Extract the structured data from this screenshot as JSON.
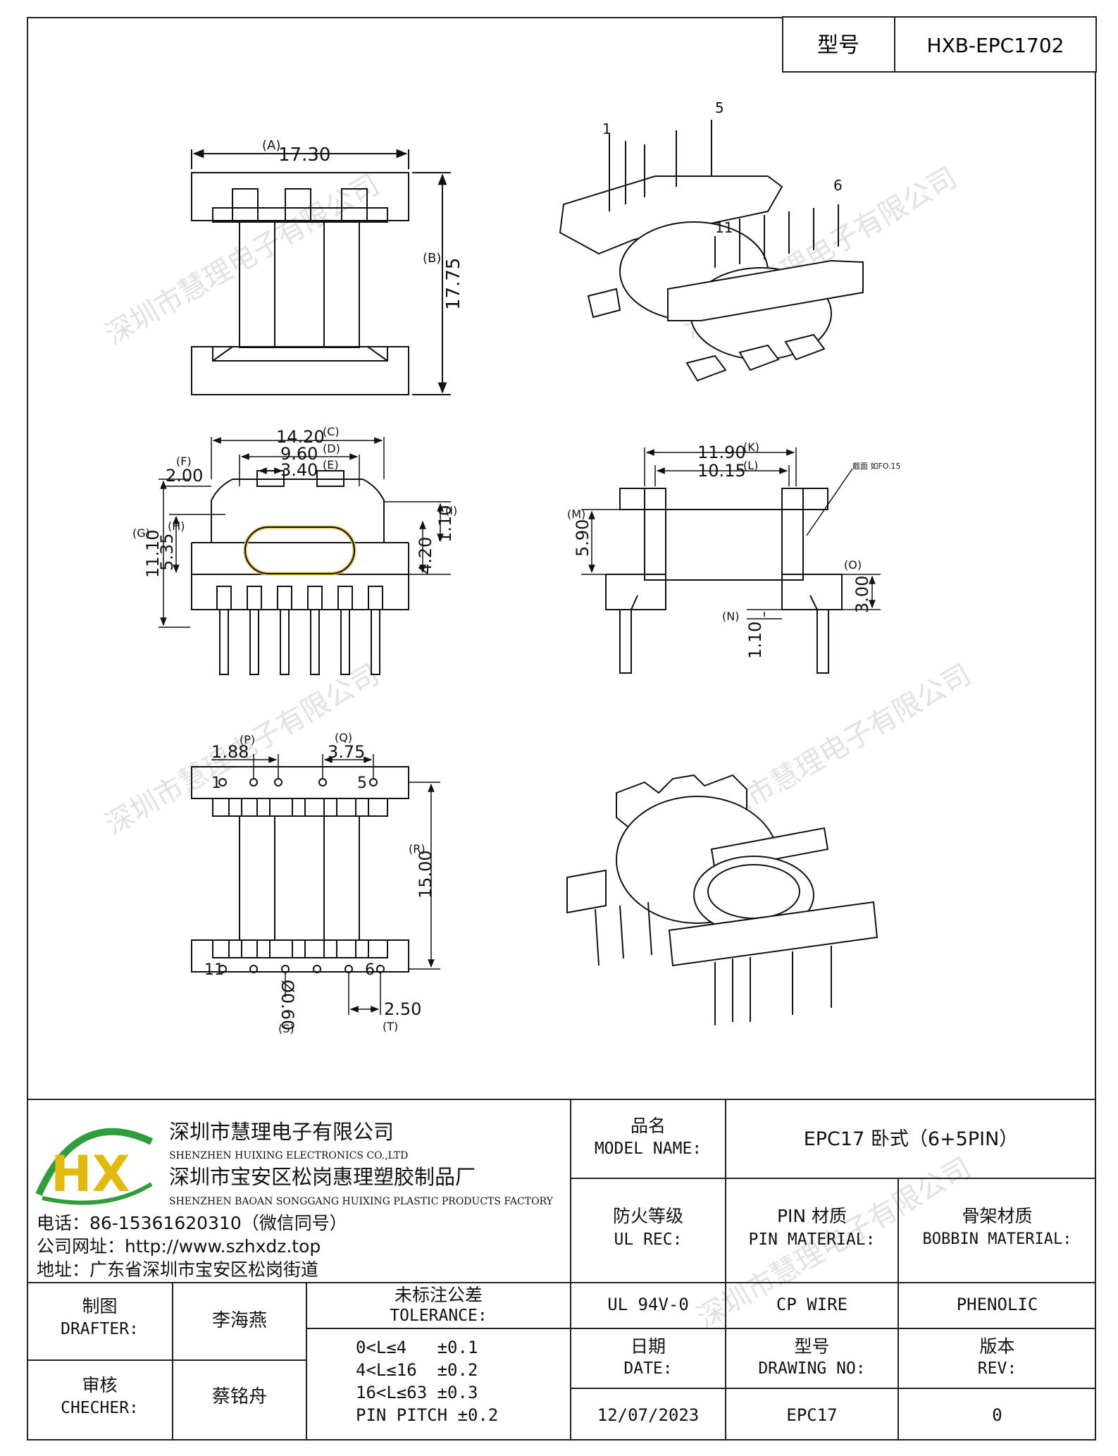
{
  "header": {
    "model_label": "型号",
    "model_value": "HXB-EPC1702"
  },
  "views": {
    "top": {
      "dim_a_label": "(A)",
      "dim_a_value": "17.30",
      "dim_b_label": "(B)",
      "dim_b_value": "17.75"
    },
    "iso_top": {
      "pin_1": "1",
      "pin_5": "5",
      "pin_6": "6",
      "pin_11": "11"
    },
    "front": {
      "dim_c_label": "(C)",
      "dim_c_value": "14.20",
      "dim_d_label": "(D)",
      "dim_d_value": "9.60",
      "dim_e_label": "(E)",
      "dim_e_value": "3.40",
      "dim_f_label": "(F)",
      "dim_f_value": "2.00",
      "dim_g_label": "(G)",
      "dim_g_value": "11.10",
      "dim_h_label": "(H)",
      "dim_h_value": "5.35",
      "dim_i_label": "(I)",
      "dim_i_value": "1.10",
      "dim_j_value": "4.20"
    },
    "side": {
      "dim_k_label": "(K)",
      "dim_k_value": "11.90",
      "dim_l_label": "(L)",
      "dim_l_value": "10.15",
      "dim_m_label": "(M)",
      "dim_m_value": "5.90",
      "dim_n_label": "(N)",
      "dim_n_value": "1.10",
      "dim_o_label": "(O)",
      "dim_o_value": "3.00",
      "note": "截面 如FO.15"
    },
    "bottom": {
      "dim_p_label": "(P)",
      "dim_p_value": "1.88",
      "dim_q_label": "(Q)",
      "dim_q_value": "3.75",
      "dim_r_label": "(R)",
      "dim_r_value": "15.00",
      "dim_s_label": "(S)",
      "dim_s_value": "Ø0.60",
      "dim_t_label": "(T)",
      "dim_t_value": "2.50",
      "pin_1": "1",
      "pin_5": "5",
      "pin_11": "11",
      "pin_6": "6"
    }
  },
  "watermark": "深圳市慧理电子有限公司",
  "company": {
    "logo_text": "HX",
    "name_cn": "深圳市慧理电子有限公司",
    "name_en": "SHENZHEN HUIXING ELECTRONICS CO.,LTD",
    "factory_cn": "深圳市宝安区松岗惠理塑胶制品厂",
    "factory_en": "SHENZHEN BAOAN SONGGANG HUIXING PLASTIC PRODUCTS FACTORY",
    "phone": "电话：86-15361620310（微信同号）",
    "website": "公司网址：http://www.szhxdz.top",
    "address": "地址：广东省深圳市宝安区松岗街道"
  },
  "title_block": {
    "model_name_cn": "品名",
    "model_name_en": "MODEL NAME:",
    "model_name_value": "EPC17 卧式（6+5PIN）",
    "ul_rec_cn": "防火等级",
    "ul_rec_en": "UL REC:",
    "ul_rec_value": "UL 94V-0",
    "pin_material_cn": "PIN 材质",
    "pin_material_en": "PIN MATERIAL:",
    "pin_material_value": "CP WIRE",
    "bobbin_material_cn": "骨架材质",
    "bobbin_material_en": "BOBBIN MATERIAL:",
    "bobbin_material_value": "PHENOLIC",
    "drafter_cn": "制图",
    "drafter_en": "DRAFTER:",
    "drafter_value": "李海燕",
    "checker_cn": "审核",
    "checker_en": "CHECHER:",
    "checker_value": "蔡铭舟",
    "tolerance_cn": "未标注公差",
    "tolerance_en": "TOLERANCE:",
    "tolerance_lines": [
      "0<L≤4   ±0.1",
      "4<L≤16  ±0.2",
      "16<L≤63 ±0.3",
      "PIN PITCH ±0.2"
    ],
    "date_cn": "日期",
    "date_en": "DATE:",
    "date_value": "12/07/2023",
    "drawing_no_cn": "型号",
    "drawing_no_en": "DRAWING NO:",
    "drawing_no_value": "EPC17",
    "rev_cn": "版本",
    "rev_en": "REV:",
    "rev_value": "0"
  }
}
